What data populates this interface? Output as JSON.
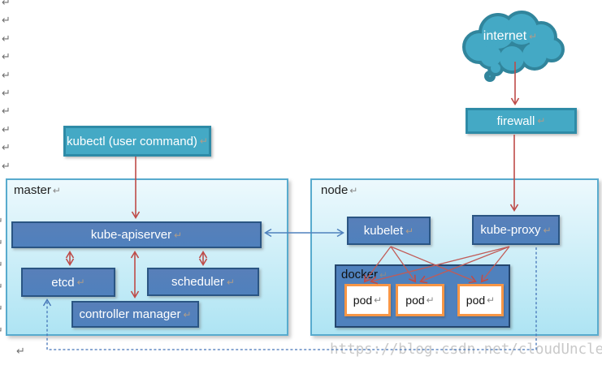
{
  "marks": {
    "return_char": "↵"
  },
  "internet": {
    "label": "internet"
  },
  "firewall": {
    "label": "firewall"
  },
  "kubectl": {
    "label": "kubectl (user command)"
  },
  "master": {
    "label": "master",
    "kube_apiserver": "kube-apiserver",
    "etcd": "etcd",
    "scheduler": "scheduler",
    "controller_manager": "controller manager"
  },
  "node": {
    "label": "node",
    "kubelet": "kubelet",
    "kube_proxy": "kube-proxy",
    "docker": {
      "label": "docker",
      "pods": [
        "pod",
        "pod",
        "pod"
      ]
    }
  },
  "watermark": "https://blog.csdn.net/cloudUncle",
  "colors": {
    "teal_fill": "#44A9C5",
    "teal_border": "#2E8BA7",
    "blue_fill": "#4F81BD",
    "blue_border": "#2A5583",
    "container_fill_top": "#EDF9FD",
    "container_fill_bottom": "#AEE4F3",
    "container_border": "#58ABCE",
    "docker_border": "#24466E",
    "pod_border": "#F79646",
    "red_arrow": "#BE4B48",
    "blue_arrow": "#4F81BD",
    "dashed_blue_arrow": "#4374B7",
    "watermark_gray": "#C9C9C9"
  }
}
